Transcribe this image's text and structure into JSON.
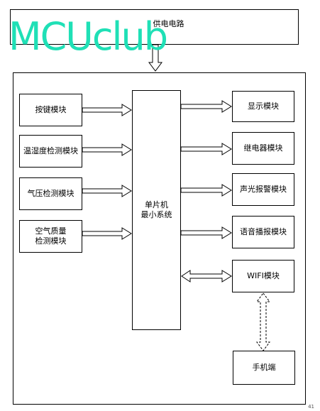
{
  "watermark": "MCUclub",
  "power_supply": "供电电路",
  "mcu": {
    "line1": "单片机",
    "line2": "最小系统"
  },
  "inputs": [
    {
      "label": "按键模块"
    },
    {
      "label": "温湿度检测模块"
    },
    {
      "label": "气压检测模块"
    },
    {
      "label": "空气质量",
      "label2": "检测模块"
    }
  ],
  "outputs": [
    {
      "label": "显示模块"
    },
    {
      "label": "继电器模块"
    },
    {
      "label": "声光报警模块"
    },
    {
      "label": "语音播报模块"
    },
    {
      "label": "WIFI模块"
    }
  ],
  "phone": "手机端",
  "corner_mark": "41"
}
